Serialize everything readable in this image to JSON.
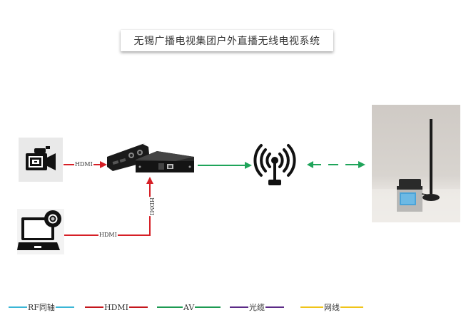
{
  "title": "无锡广播电视集团户外直播无线电视系统",
  "nodes": {
    "camera": {
      "icon": "video-camera-icon"
    },
    "laptop": {
      "icon": "laptop-webcam-icon"
    },
    "encoder": {
      "icon": "encoder-device-icon"
    },
    "transmitter": {
      "icon": "wireless-antenna-icon"
    },
    "receiver": {
      "icon": "receiver-device-photo"
    }
  },
  "connections": [
    {
      "from": "camera",
      "to": "encoder",
      "type": "HDMI",
      "label": "HDMI",
      "color": "#d61f26"
    },
    {
      "from": "laptop",
      "to": "encoder",
      "type": "HDMI",
      "label_horizontal": "HDMI",
      "label_vertical": "HDMI",
      "color": "#d61f26"
    },
    {
      "from": "encoder",
      "to": "transmitter",
      "type": "AV",
      "color": "#1fa45a"
    },
    {
      "from": "transmitter",
      "to": "receiver",
      "type": "wireless",
      "style": "dashed-bidirectional",
      "color": "#1fa45a"
    }
  ],
  "legend": [
    {
      "label": "RF同轴",
      "color": "#3ab6d6"
    },
    {
      "label": "HDMI",
      "color": "#c4161c"
    },
    {
      "label": "AV",
      "color": "#1d9a52"
    },
    {
      "label": "光缆",
      "color": "#5b2a86"
    },
    {
      "label": "网线",
      "color": "#f0c419"
    }
  ]
}
